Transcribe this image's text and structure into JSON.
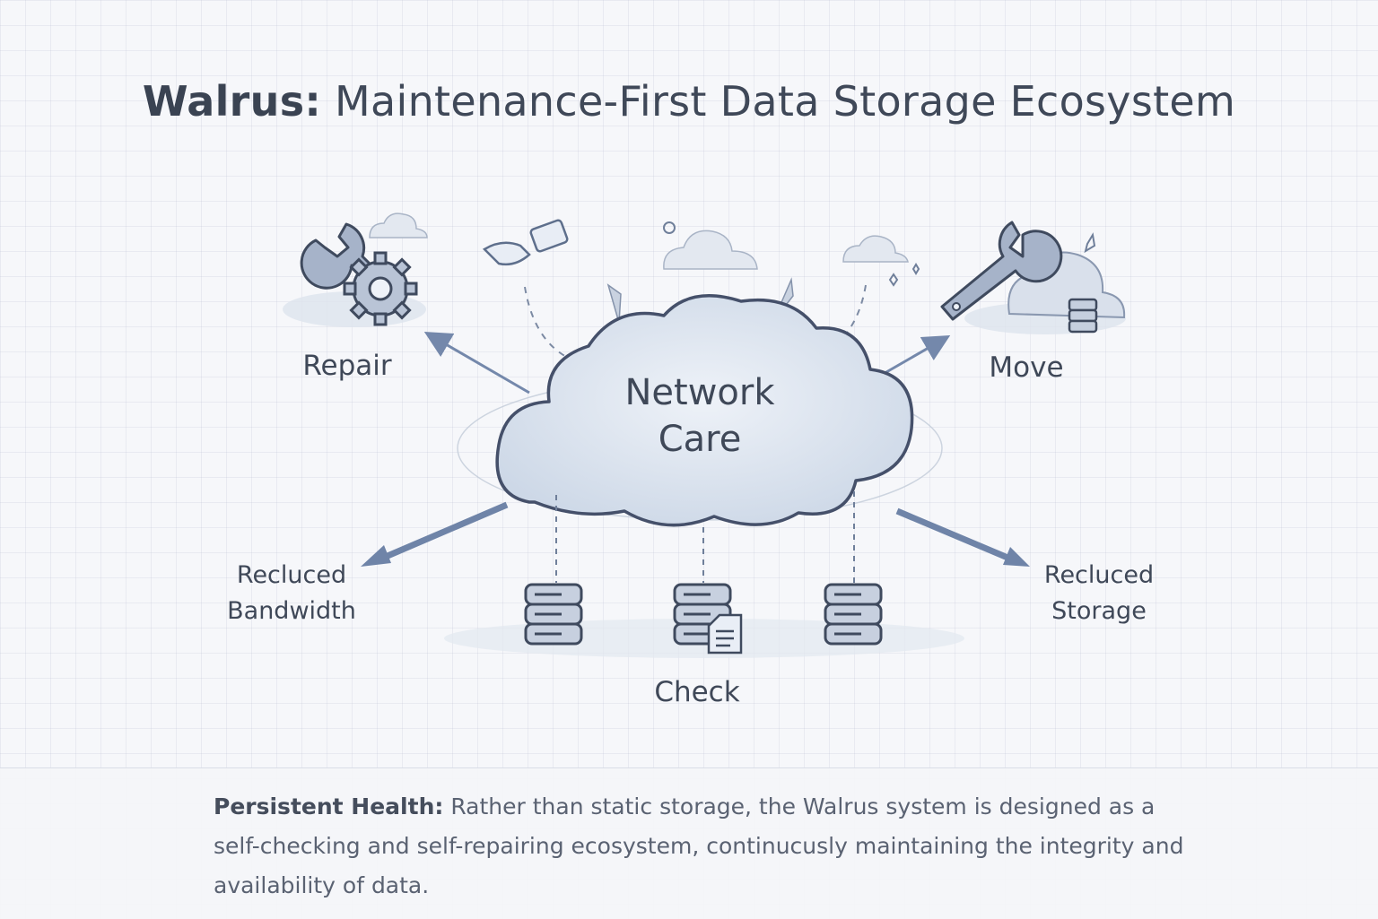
{
  "title": {
    "brand": "Walrus:",
    "text": "Maintenance-First Data Storage Ecosystem"
  },
  "center": {
    "line1": "Network",
    "line2": "Care"
  },
  "nodes": {
    "repair": "Repair",
    "move": "Move",
    "check": "Check",
    "bandwidth_line1": "Recluced",
    "bandwidth_line2": "Bandwidth",
    "storage_line1": "Recluced",
    "storage_line2": "Storage"
  },
  "caption": {
    "lead": "Persistent Health:",
    "body": "Rather than static storage, the Walrus system is designed as a self-checking and self-repairing ecosystem, continucusly maintaining the integrity and availability of data."
  },
  "colors": {
    "ink": "#3f4858",
    "accent": "#6f84a8",
    "cloud_fill": "#dfe6f0",
    "background": "#f6f7fa"
  },
  "icons": [
    "wrench-gear-icon",
    "wrench-cloud-database-icon",
    "database-icon",
    "document-icon",
    "sparkle-icon",
    "cloud-icon"
  ]
}
